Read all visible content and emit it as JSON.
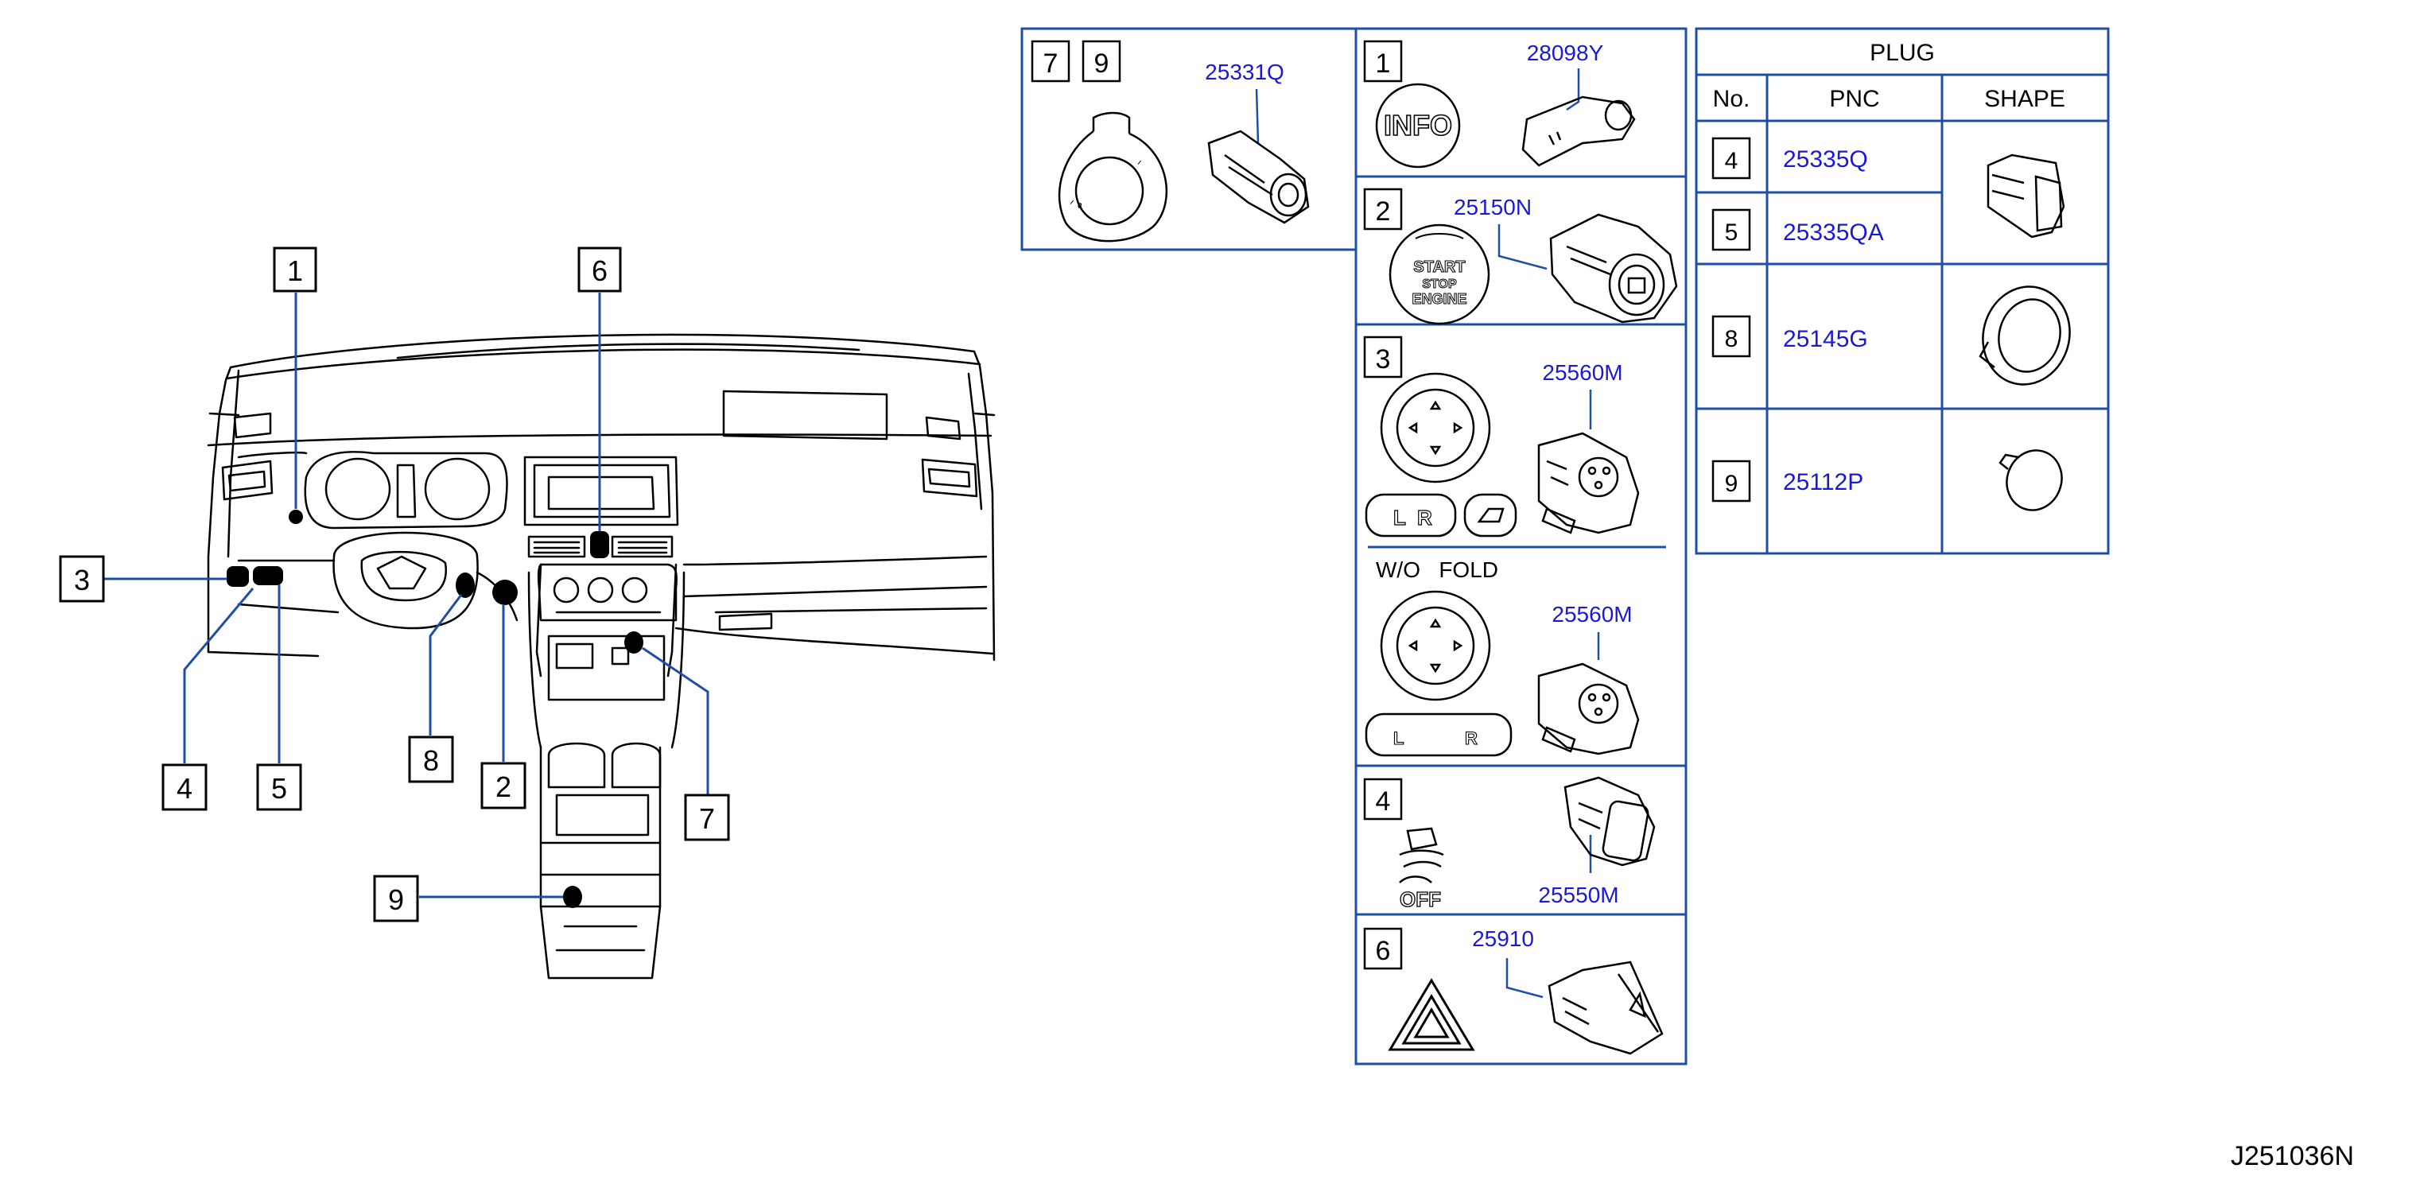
{
  "diagram_code": "J251036N",
  "callouts": [
    "1",
    "2",
    "3",
    "4",
    "5",
    "6",
    "7",
    "8",
    "9"
  ],
  "panels": {
    "p79": {
      "nums": [
        "7",
        "9"
      ],
      "part": "25331Q"
    },
    "p1": {
      "num": "1",
      "part": "28098Y",
      "button_text": "INFO"
    },
    "p2": {
      "num": "2",
      "part": "25150N",
      "button_lines": [
        "START",
        "STOP",
        "ENGINE"
      ]
    },
    "p3": {
      "num": "3",
      "part": "25560M",
      "switch_left": "L",
      "switch_right": "R",
      "sub_title": "W/O   FOLD",
      "sub_part": "25560M",
      "sub_switch_left": "L",
      "sub_switch_right": "R"
    },
    "p4": {
      "num": "4",
      "part": "25550M",
      "icon_text": "OFF"
    },
    "p6": {
      "num": "6",
      "part": "25910"
    }
  },
  "plug_table": {
    "title": "PLUG",
    "headers": [
      "No.",
      "PNC",
      "SHAPE"
    ],
    "rows": [
      {
        "no": "4",
        "pnc": "25335Q"
      },
      {
        "no": "5",
        "pnc": "25335QA"
      },
      {
        "no": "8",
        "pnc": "25145G"
      },
      {
        "no": "9",
        "pnc": "25112P"
      }
    ]
  },
  "colors": {
    "line": "#000000",
    "frame": "#1f4fa5",
    "part_text": "#1a1ad6",
    "leader": "#1f4fa5"
  }
}
